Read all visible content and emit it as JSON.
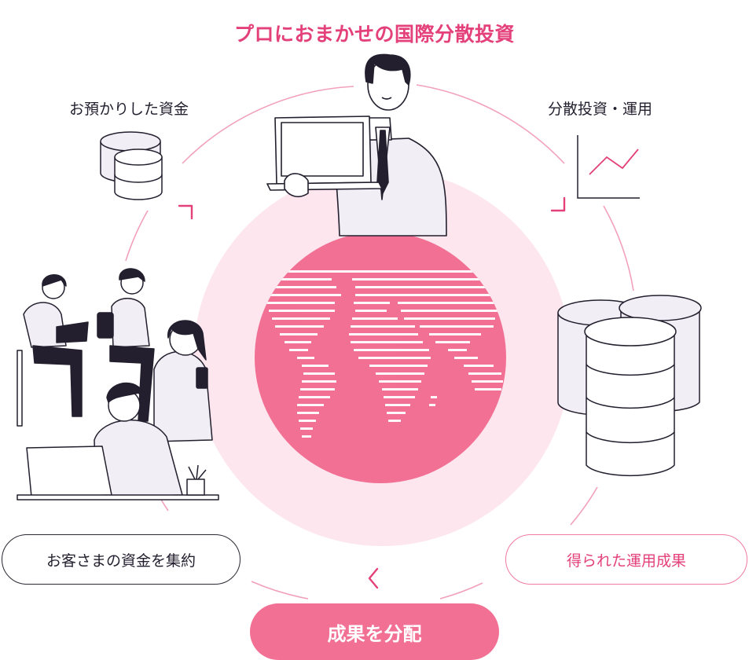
{
  "diagram": {
    "title": "プロにおまかせの国際分散投資",
    "labels": {
      "deposited_funds": "お預かりした資金",
      "diversified_investment": "分散投資・運用"
    },
    "pills": {
      "collect": "お客さまの資金を集約",
      "results": "得られた運用成果",
      "distribute": "成果を分配"
    }
  },
  "colors": {
    "accent": "#e4407a",
    "globe": "#f27094",
    "halo": "#fde6ee",
    "line": "#f2a0bb",
    "ink": "#231f2e",
    "fill_light": "#f1eef5"
  }
}
